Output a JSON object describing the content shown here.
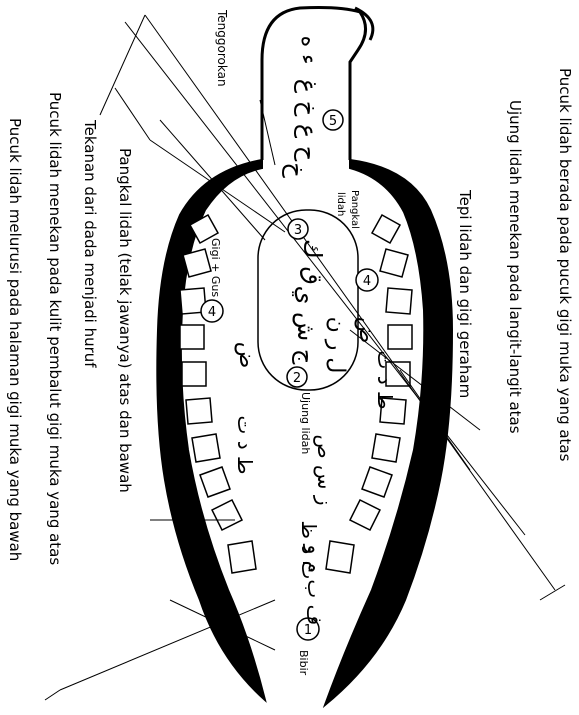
{
  "labels": {
    "pucuk_lidah_gigi_atas": "Pucuk lidah berada pada pucuk gigi muka yang atas",
    "ujung_lidah_langit": "Ujung lidah menekan pada langit-langit atas",
    "tepi_lidah_geraham": "Tepi lidah dan gigi geraham",
    "pangkal_lidah_telak": "Pangkal lidah (telak jawanya) atas dan bawah",
    "tekanan_dada": "Tekanan dari dada menjadi huruf",
    "pucuk_lidah_kulit": "Pucuk lidah menekan pada kulit pembalut gigi muka yang atas",
    "pucuk_lidah_melurus": "Pucuk lidah melurusi pada halaman gigi muka yang bawah",
    "tenggorokan": "Tenggorokan",
    "pangkal_lidah_1": "Pangkal",
    "pangkal_lidah_2": "lidah",
    "gigi_gus": "Gigi + Gus",
    "ujung_lidah": "Ujung lidah",
    "bibir": "Bibir"
  },
  "numbers": {
    "n1": "1",
    "n2": "2",
    "n3": "3",
    "n4a": "4",
    "n4b": "4",
    "n5": "5"
  },
  "arabic": {
    "throat_1": "ء ه",
    "throat_2": "ح ع خ غ",
    "throat_3": "خ",
    "tongue_back": "ق ك",
    "tongue_mid": "ج ش ي",
    "tongue_mid2": "ل ر ن",
    "edge_top": "ض",
    "edge_left": "ض",
    "tip_top": "ط د ت",
    "tip_bottom": "ط د ت",
    "whistle": "ز س ص",
    "whistle2": "ث ذ ظ",
    "lips": "ف ب م و"
  },
  "colors": {
    "ink": "#000000",
    "paper": "#ffffff"
  }
}
